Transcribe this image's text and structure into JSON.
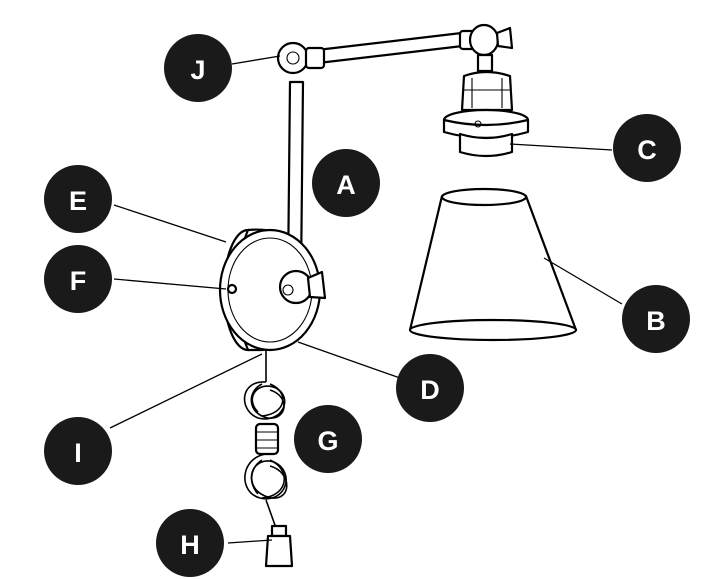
{
  "labels": {
    "A": "A",
    "B": "B",
    "C": "C",
    "D": "D",
    "E": "E",
    "F": "F",
    "G": "G",
    "H": "H",
    "I": "I",
    "J": "J"
  },
  "colors": {
    "badge": "#1a1a1a",
    "badge_text": "#ffffff",
    "line_art": "#000000",
    "background": "#ffffff"
  }
}
